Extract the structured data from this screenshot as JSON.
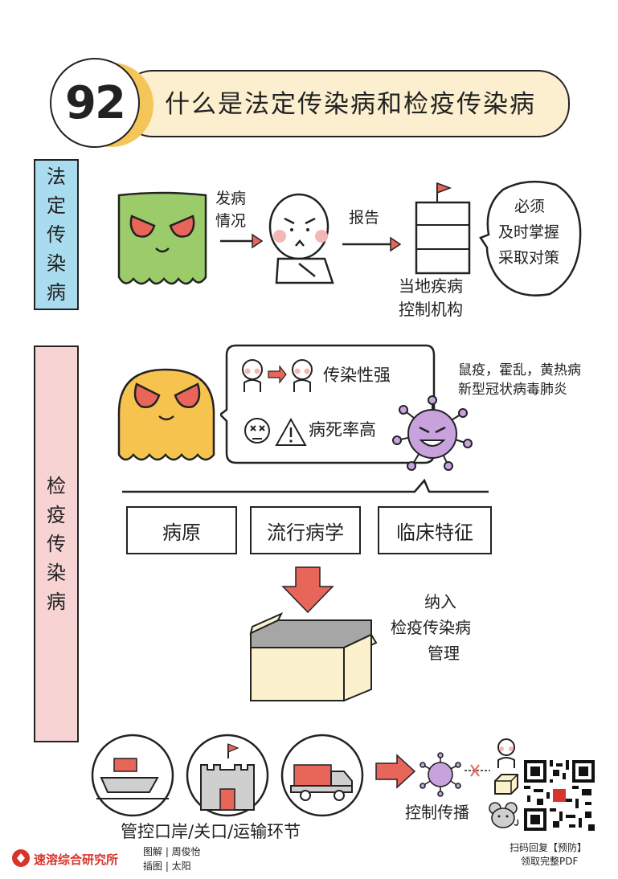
{
  "header": {
    "number": "92",
    "title": "什么是法定传染病和检疫传染病"
  },
  "section1": {
    "side_label": [
      "法",
      "定",
      "传",
      "染",
      "病"
    ],
    "arrow1_label_line1": "发病",
    "arrow1_label_line2": "情况",
    "arrow2_label": "报告",
    "building_label_line1": "当地疾病",
    "building_label_line2": "控制机构",
    "bubble_line1": "必须",
    "bubble_line2": "及时掌握",
    "bubble_line3": "采取对策"
  },
  "section2": {
    "side_label": [
      "检",
      "疫",
      "传",
      "染",
      "病"
    ],
    "trait1": "传染性强",
    "trait2": "病死率高",
    "diseases_line1": "鼠疫，霍乱，黄热病",
    "diseases_line2": "新型冠状病毒肺炎",
    "boxes": [
      "病原",
      "流行病学",
      "临床特征"
    ],
    "box_caption_line1": "纳入",
    "box_caption_line2": "检疫传染病",
    "box_caption_line3": "管理"
  },
  "section3": {
    "ports_caption": "管控口岸/关口/运输环节",
    "control_caption": "控制传播"
  },
  "footer": {
    "logo": "速溶综合研究所",
    "credit1": "图解 | 周俊怡",
    "credit2": "插图 | 太阳",
    "qr_line1": "扫码回复【预防】",
    "qr_line2": "领取完整PDF"
  },
  "colors": {
    "green_ghost": "#9ccc6a",
    "yellow_ghost": "#f6c34f",
    "virus": "#c7a2dd",
    "arrow_red": "#e8655a",
    "cheek": "#f4b6b6",
    "header_pill": "#fbefcf",
    "header_accent": "#f4c65a",
    "side1": "#a9dcef",
    "side2": "#f7d3d3",
    "box": "#fbf1cd"
  }
}
